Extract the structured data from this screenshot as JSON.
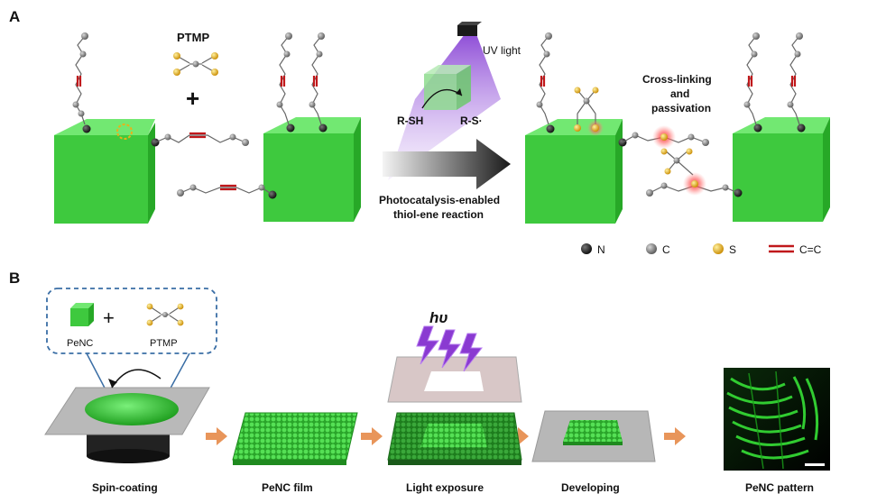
{
  "panel_a": {
    "label": "A",
    "ptmp_label": "PTMP",
    "plus": "+",
    "uv_label": "UV light",
    "rsh": "R-SH",
    "rs_radical": "R-S·",
    "reaction_caption_line1": "Photocatalysis-enabled",
    "reaction_caption_line2": "thiol-ene reaction",
    "crosslink_line1": "Cross-linking",
    "crosslink_line2": "and",
    "crosslink_line3": "passivation",
    "legend": [
      {
        "symbol": "N",
        "color": "#1a1a1a"
      },
      {
        "symbol": "C",
        "color": "#7d7d7d"
      },
      {
        "symbol": "S",
        "color": "#e8b21a"
      },
      {
        "symbol": "C=C",
        "color": "#c0181b"
      }
    ]
  },
  "panel_b": {
    "label": "B",
    "inset_plus": "+",
    "inset_penc": "PeNC",
    "inset_ptmp": "PTMP",
    "hv": "hυ",
    "steps": [
      "Spin-coating",
      "PeNC film",
      "Light exposure",
      "Developing",
      "PeNC pattern"
    ]
  },
  "colors": {
    "cube_front": "#3ec93e",
    "cube_top": "#6fe66f",
    "cube_side": "#27a827",
    "film_green": "#3fd23f",
    "arrow_orange": "#e8955a",
    "inset_border": "#3a6ea5",
    "uv_purple": "#8a3ad1"
  }
}
